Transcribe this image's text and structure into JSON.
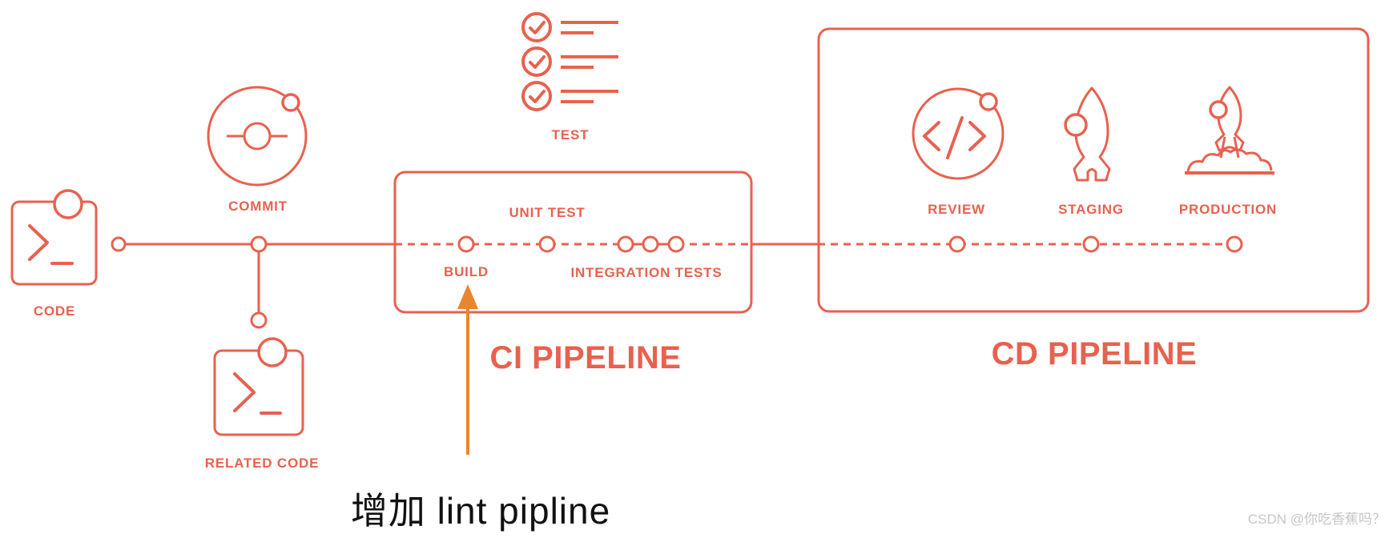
{
  "colors": {
    "accent": "#E8614F",
    "arrow": "#E9862D",
    "annotation": "#111111",
    "watermark": "#C6C6C6"
  },
  "pipeline": {
    "source": {
      "code_label": "CODE",
      "commit_label": "COMMIT",
      "related_code_label": "RELATED CODE",
      "test_label": "TEST"
    },
    "ci": {
      "title": "CI PIPELINE",
      "build_label": "BUILD",
      "unit_test_label": "UNIT TEST",
      "integration_tests_label": "INTEGRATION TESTS"
    },
    "cd": {
      "title": "CD PIPELINE",
      "review_label": "REVIEW",
      "staging_label": "STAGING",
      "production_label": "PRODUCTION"
    }
  },
  "icons": [
    "code-terminal-icon",
    "commit-orbit-icon",
    "related-code-terminal-icon",
    "test-checklist-icon",
    "review-code-icon",
    "staging-rocket-icon",
    "production-launch-icon"
  ],
  "annotation": {
    "text": "增加 lint pipline"
  },
  "watermark": {
    "text": "CSDN @你吃香蕉吗？"
  }
}
